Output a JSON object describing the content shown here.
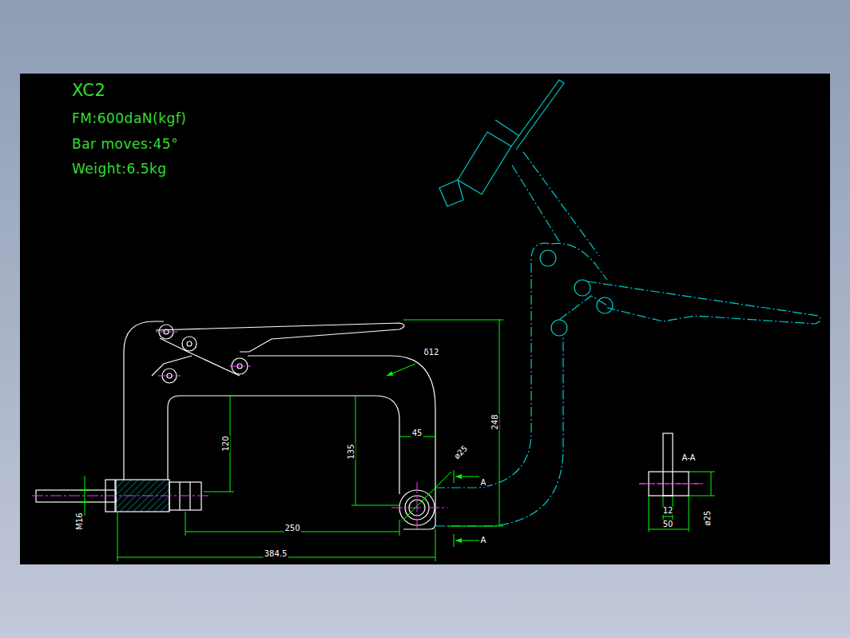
{
  "diagram": {
    "title": "XC2",
    "labels": [
      "248",
      "δ12",
      "45",
      "ø25",
      "135",
      "120",
      "M16",
      "250",
      "384.5",
      "A",
      "A",
      "A-A",
      "12",
      "50",
      "ø25",
      "FM:600daN(kgf)",
      "Bar moves:45°",
      "Weight:6.5kg"
    ]
  }
}
